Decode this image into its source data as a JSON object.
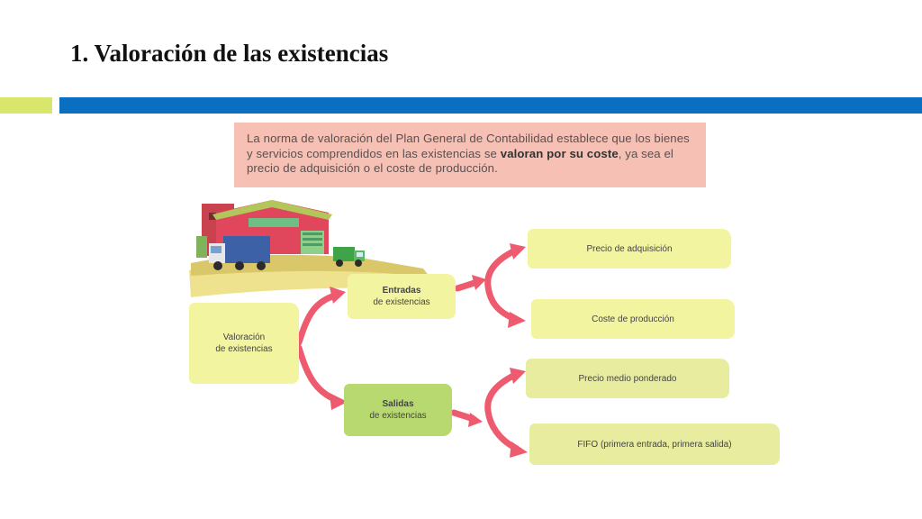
{
  "slide": {
    "title": "1. Valoración de las existencias"
  },
  "info": {
    "text_before": "La norma de valoración del Plan General de Contabilidad establece que los bienes y servicios comprendidos en las existencias se ",
    "text_bold": "valoran por su coste",
    "text_after": ", ya sea el precio de adquisición o el coste de producción."
  },
  "diagram": {
    "root": {
      "line1": "Valoración",
      "line2": "de existencias"
    },
    "entradas": {
      "line1": "Entradas",
      "line2": "de existencias"
    },
    "salidas": {
      "line1": "Salidas",
      "line2": "de existencias"
    },
    "entradas_children": [
      "Precio de adquisición",
      "Coste de producción"
    ],
    "salidas_children": [
      "Precio medio ponderado",
      "FIFO (primera entrada, primera salida)"
    ]
  },
  "colors": {
    "accent_blue": "#0a6fc0",
    "accent_green": "#d8e66b",
    "arrow": "#ee5b6e",
    "info_bg": "#f6c0b4"
  }
}
